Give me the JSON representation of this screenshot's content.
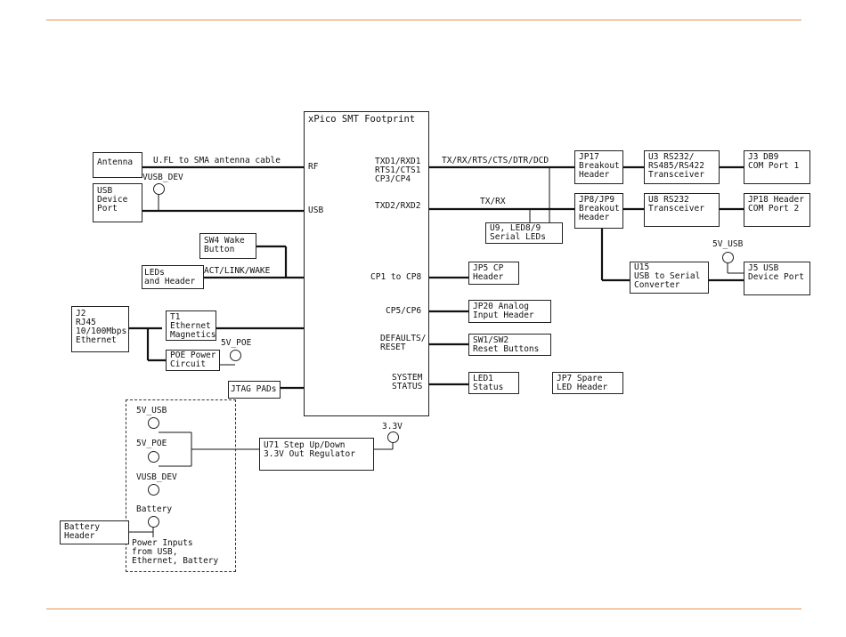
{
  "diagram": {
    "main": {
      "title": "xPico SMT Footprint",
      "pins": {
        "rf": "RF",
        "usb": "USB",
        "txd1": "TXD1/RXD1\nRTS1/CTS1\nCP3/CP4",
        "txd2": "TXD2/RXD2",
        "cp1": "CP1 to CP8",
        "cp5": "CP5/CP6",
        "defaults": "DEFAULTS/\nRESET",
        "system": "SYSTEM\nSTATUS"
      }
    },
    "blocks": {
      "antenna": "Antenna",
      "usb_device_port": "USB\nDevice\nPort",
      "sw4": "SW4 Wake\nButton",
      "leds_header": "LEDs\nand Header",
      "j2": "J2\nRJ45\n10/100Mbps\nEthernet",
      "t1": "T1\nEthernet\nMagnetics",
      "poe": "POE Power\nCircuit",
      "jtag": "JTAG PADs",
      "u71": "U71 Step Up/Down\n3.3V Out Regulator",
      "battery": "Battery\nHeader",
      "jp17": "JP17\nBreakout\nHeader",
      "u3": "U3 RS232/\nRS485/RS422\nTransceiver",
      "j3": "J3 DB9\nCOM Port 1",
      "u9": "U9, LED8/9\nSerial LEDs",
      "jp8": "JP8/JP9\nBreakout\nHeader",
      "u8": "U8 RS232\nTransceiver",
      "jp18": "JP18 Header\nCOM Port 2",
      "u15": "U15\nUSB to Serial\nConverter",
      "j5": "J5 USB\nDevice Port",
      "jp5": "JP5 CP\nHeader",
      "jp20": "JP20 Analog\nInput Header",
      "sw1": "SW1/SW2\nReset Buttons",
      "led1": "LED1\nStatus",
      "jp7": "JP7 Spare\nLED Header"
    },
    "signals": {
      "ufl": "U.FL to SMA antenna cable",
      "vusb_dev_top": "VUSB_DEV",
      "act_link": "ACT/LINK/WAKE",
      "poe_5v": "5V_POE",
      "tx_rx_full": "TX/RX/RTS/CTS/DTR/DCD",
      "tx_rx": "TX/RX",
      "usb_5v": "5V_USB",
      "v33": "3.3V"
    },
    "power_inputs": {
      "rails": [
        "5V_USB",
        "5V_POE",
        "VUSB_DEV",
        "Battery"
      ],
      "caption": "Power Inputs\nfrom USB,\nEthernet, Battery"
    }
  }
}
